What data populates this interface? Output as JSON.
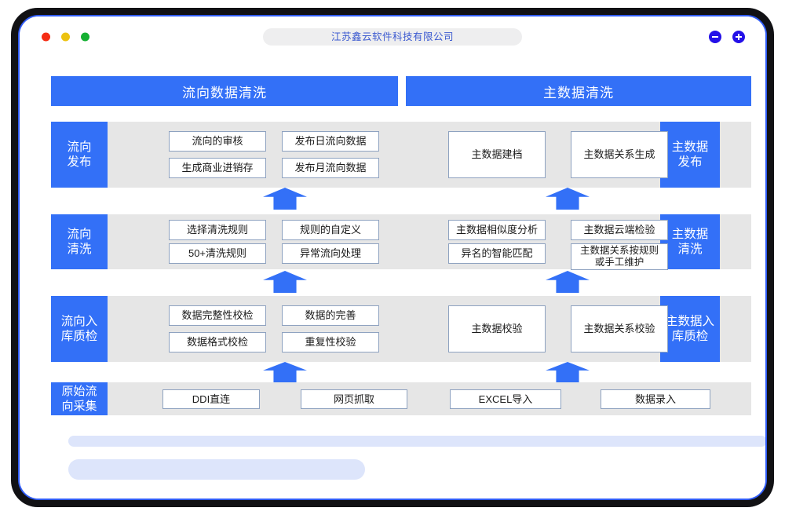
{
  "window": {
    "title": "江苏鑫云软件科技有限公司",
    "traffic_lights": [
      "close-red",
      "minimize-yellow",
      "maximize-green"
    ],
    "controls": [
      {
        "name": "zoom-out-button",
        "icon": "minus-icon"
      },
      {
        "name": "zoom-in-button",
        "icon": "plus-icon"
      }
    ]
  },
  "colors": {
    "accent_blue": "#3370f7",
    "band_gray": "#e6e6e6",
    "cell_border": "#8ea2c0",
    "placeholder_blue": "#dde5fb",
    "title_text": "#3c5ad0"
  },
  "diagram": {
    "headers": [
      {
        "label": "流向数据清洗"
      },
      {
        "label": "主数据清洗"
      }
    ],
    "rows": [
      {
        "left_label": "流向\n发布",
        "right_label": "主数据\n发布",
        "left_cells": [
          "流向的审核",
          "发布日流向数据",
          "生成商业进销存",
          "发布月流向数据"
        ],
        "right_cells": [
          "主数据建档",
          "主数据关系生成"
        ]
      },
      {
        "left_label": "流向\n清洗",
        "right_label": "主数据\n清洗",
        "left_cells": [
          "选择清洗规则",
          "规则的自定义",
          "50+清洗规则",
          "异常流向处理"
        ],
        "right_cells": [
          "主数据相似度分析",
          "主数据云端检验",
          "异名的智能匹配",
          "主数据关系按规则\n或手工维护"
        ]
      },
      {
        "left_label": "流向入\n库质检",
        "right_label": "主数据入\n库质检",
        "left_cells": [
          "数据完整性校检",
          "数据的完善",
          "数据格式校检",
          "重复性校验"
        ],
        "right_cells": [
          "主数据校验",
          "主数据关系校验"
        ]
      },
      {
        "left_label": "原始流\n向采集",
        "left_cells": [
          "DDI直连",
          "网页抓取"
        ],
        "right_cells": [
          "EXCEL导入",
          "数据录入"
        ]
      }
    ],
    "arrows": [
      {
        "name": "arrow-up-left-publish"
      },
      {
        "name": "arrow-up-right-publish"
      },
      {
        "name": "arrow-up-left-clean"
      },
      {
        "name": "arrow-up-right-clean"
      },
      {
        "name": "arrow-up-left-intake"
      },
      {
        "name": "arrow-up-right-intake"
      }
    ]
  }
}
